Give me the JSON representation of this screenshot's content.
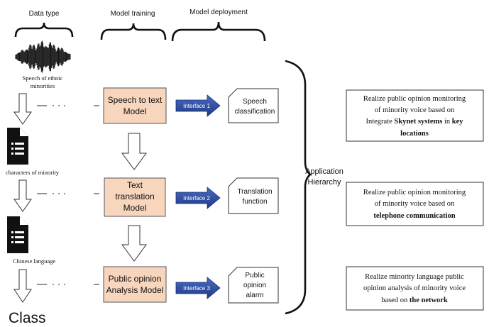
{
  "headers": {
    "data_type": "Data type",
    "model_training": "Model training",
    "model_deployment": "Model deployment"
  },
  "data_column": {
    "speech_label_line1": "Speech of ethnic",
    "speech_label_line2": "minorities",
    "characters_label": "characters of minority",
    "chinese_label": "Chinese language",
    "class_label": "Class"
  },
  "models": [
    {
      "line1": "Speech to text",
      "line2": "Model",
      "line3": ""
    },
    {
      "line1": "Text",
      "line2": "translation",
      "line3": "Model"
    },
    {
      "line1": "Public opinion",
      "line2": "Analysis Model",
      "line3": ""
    }
  ],
  "interfaces": [
    "Interface 1",
    "Interface 2",
    "Interface 3"
  ],
  "functions": [
    {
      "line1": "Speech",
      "line2": "classification",
      "line3": ""
    },
    {
      "line1": "Translation",
      "line2": "function",
      "line3": ""
    },
    {
      "line1": "Public",
      "line2": "opinion",
      "line3": "alarm"
    }
  ],
  "application_hierarchy": {
    "line1": "Application",
    "line2": "Hierarchy"
  },
  "applications": {
    "app1": {
      "line1": "Realize public opinion monitoring",
      "line2": "of minority voice based on",
      "line3_plain": "Integrate ",
      "line3_bold1": "Skynet systems",
      "line3_mid": " in ",
      "line3_bold2": "key",
      "line4_bold": "locations"
    },
    "app2": {
      "line1": "Realize public opinion monitoring",
      "line2": "of minority voice based on",
      "line3_bold": "telephone communication"
    },
    "app3": {
      "line1": "Realize minority language public",
      "line2": "opinion analysis of minority voice",
      "line3_plain": "based on ",
      "line3_bold": "the network"
    }
  },
  "colors": {
    "model_fill": "#f8d5bd",
    "model_stroke": "#555555",
    "interface_blue": "#2e4ea1"
  }
}
